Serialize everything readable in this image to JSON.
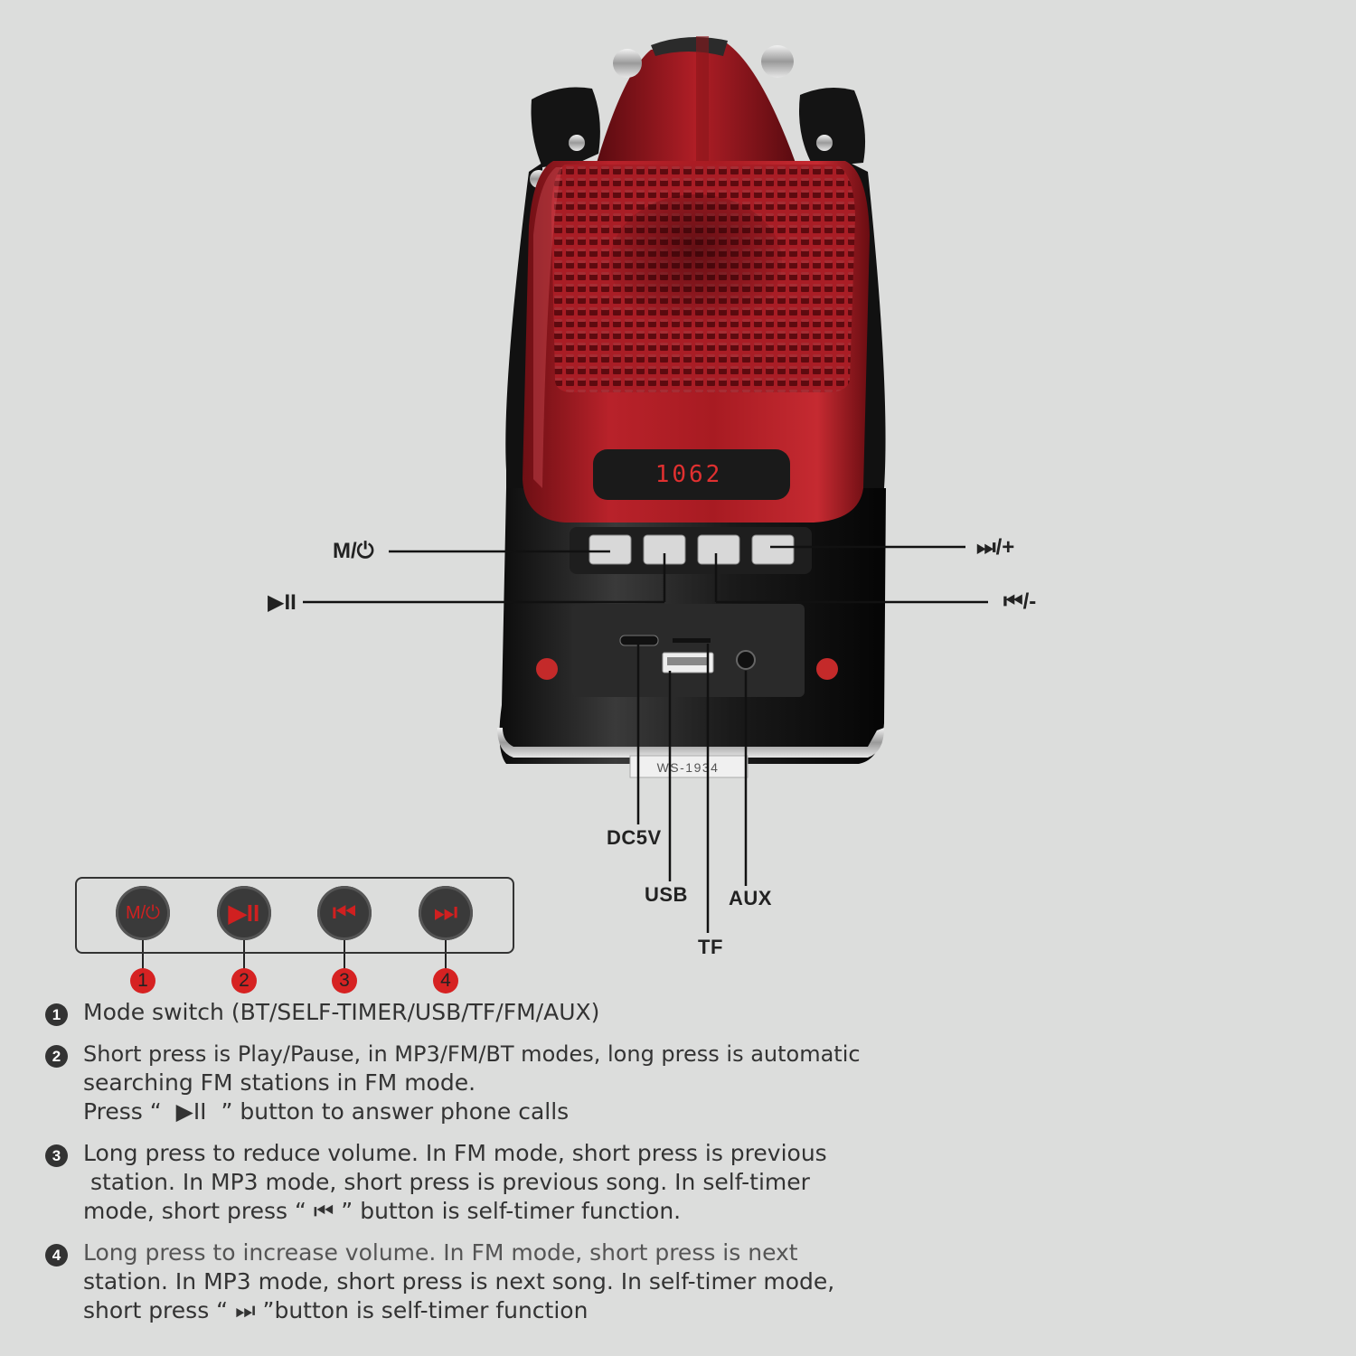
{
  "display": {
    "readout": "1062"
  },
  "model_plate": "WS-1934",
  "colors": {
    "speaker_red": "#a81b22",
    "body_black": "#1c1c1c",
    "button_red": "#d02020",
    "background": "#dcdddc"
  },
  "button_labels": {
    "mode": "M/⏻",
    "play_pause": "▶II",
    "next": "⏭/+",
    "prev": "⏮/-"
  },
  "port_labels": {
    "dc5v": "DC5V",
    "usb": "USB",
    "aux": "AUX",
    "tf": "TF"
  },
  "panel_buttons": [
    {
      "label": "M/⏻",
      "icon": "mode-power-icon",
      "number": "1"
    },
    {
      "label": "▶II",
      "icon": "play-pause-icon",
      "number": "2"
    },
    {
      "label": "⏮",
      "icon": "previous-icon",
      "number": "3"
    },
    {
      "label": "⏭",
      "icon": "next-icon",
      "number": "4"
    }
  ],
  "descriptions": [
    {
      "bullet": "1",
      "lines": [
        "Mode switch (BT/SELF-TIMER/USB/TF/FM/AUX)"
      ]
    },
    {
      "bullet": "2",
      "lines": [
        "Short press is Play/Pause, in MP3/FM/BT modes, long press is automatic",
        "searching FM stations in FM mode.",
        "Press “  ▶II  ” button to answer phone calls"
      ]
    },
    {
      "bullet": "3",
      "lines": [
        "Long press to reduce volume. In FM mode, short press is previous",
        " station. In MP3 mode, short press is previous song. In self-timer",
        "mode, short press “ ⏮ ” button is self-timer function."
      ]
    },
    {
      "bullet": "4",
      "lines": [
        "Long press to increase volume. In FM mode, short press is next",
        "station. In MP3 mode, short press is next song. In self-timer mode,",
        "short press “ ⏭ ”button is self-timer function"
      ]
    }
  ]
}
